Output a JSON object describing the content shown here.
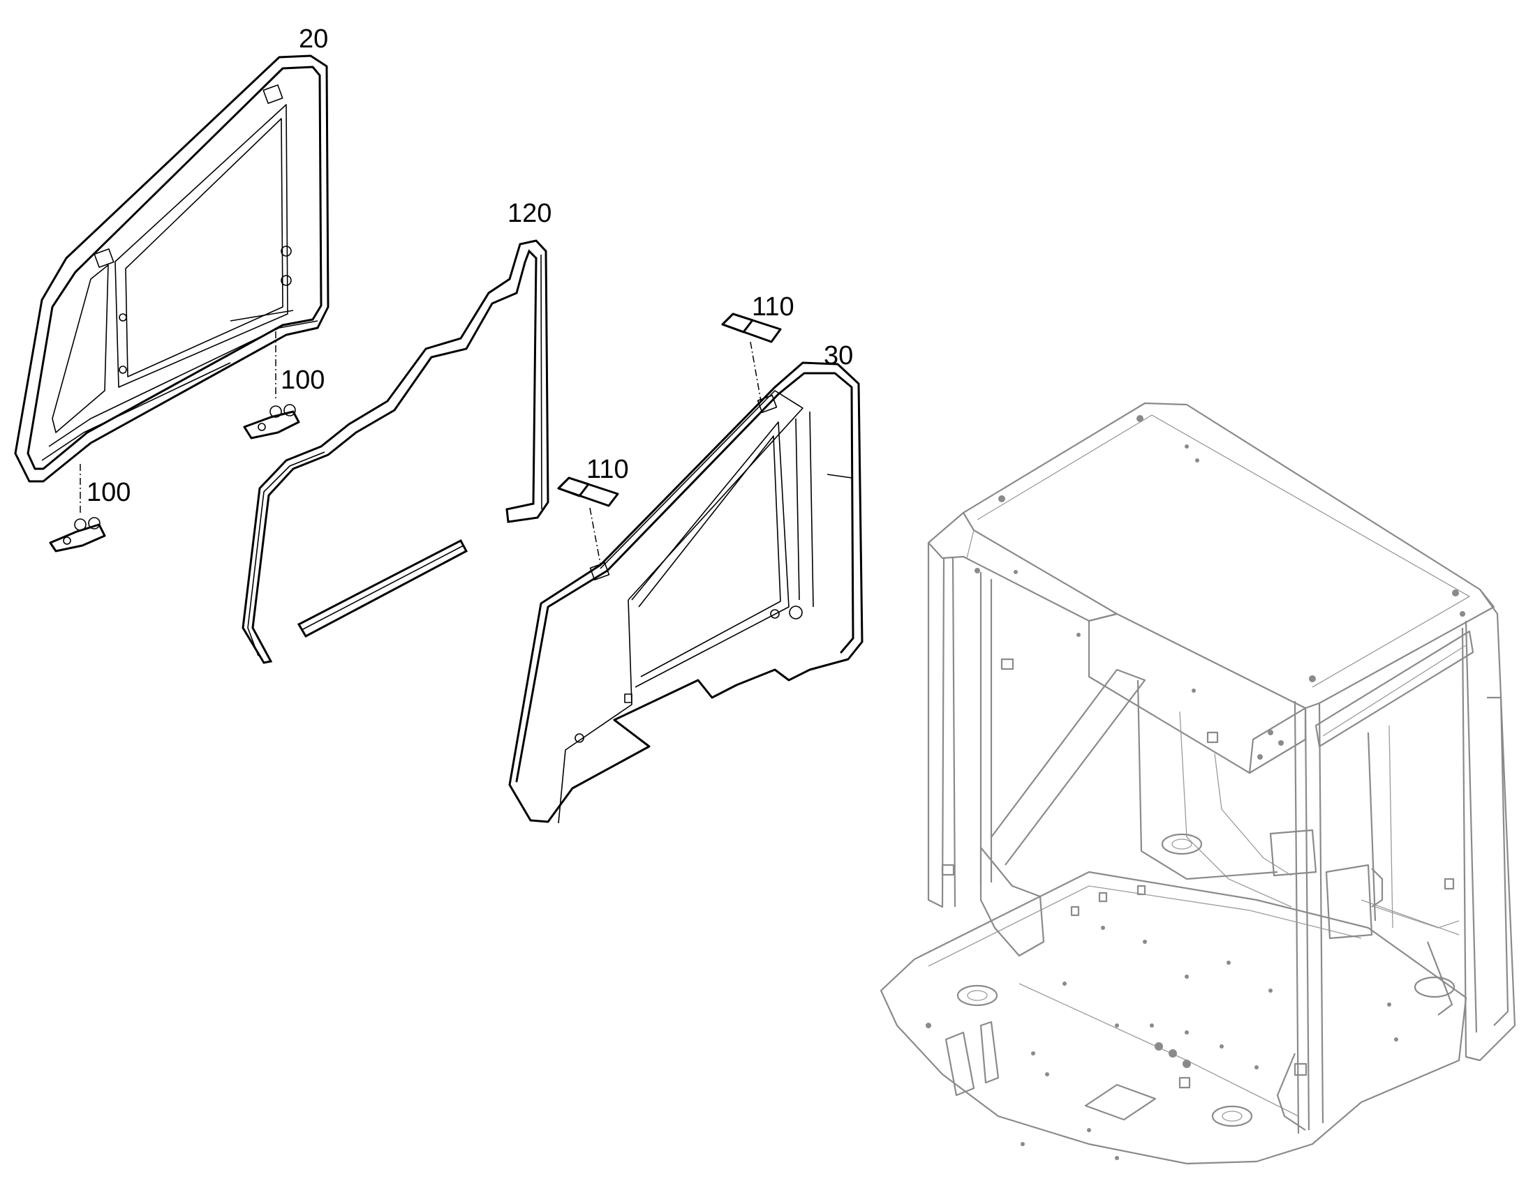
{
  "callouts": {
    "c20": "20",
    "c120": "120",
    "c100_upper": "100",
    "c100_lower": "100",
    "c110_upper": "110",
    "c110_lower": "110",
    "c30": "30"
  },
  "colors": {
    "line": "#000000",
    "cab_line": "#8a8a8a",
    "background": "#ffffff"
  }
}
